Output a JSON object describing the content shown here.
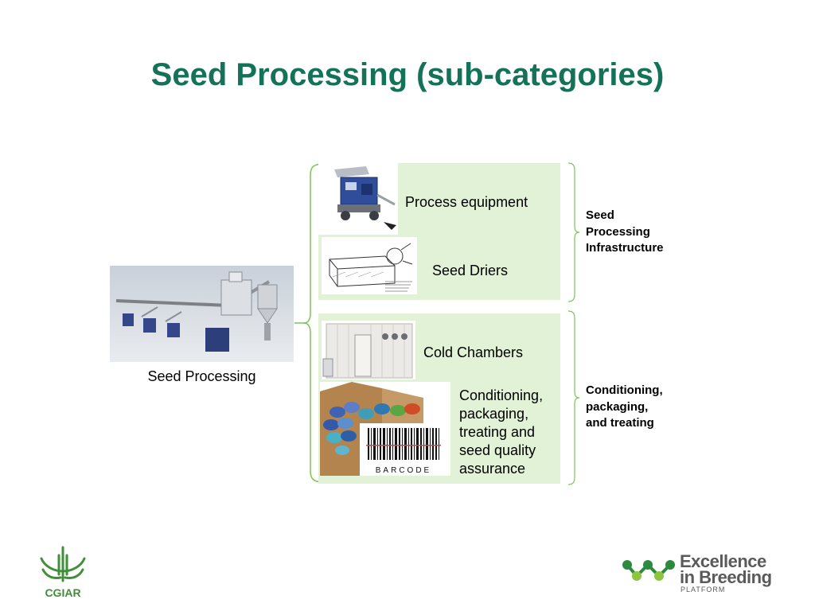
{
  "slide": {
    "title": "Seed Processing (sub-categories)",
    "root_label": "Seed Processing",
    "items": [
      {
        "label": "Process equipment"
      },
      {
        "label": "Seed Driers"
      },
      {
        "label": "Cold Chambers"
      },
      {
        "label": "Conditioning,\npackaging,\ntreating and\nseed quality\nassurance"
      }
    ],
    "categories": [
      {
        "label": "Seed\nProcessing\nInfrastructure"
      },
      {
        "label": "Conditioning,\npackaging,\nand treating"
      }
    ],
    "barcode_text": "BARCODE"
  },
  "logos": {
    "cgiar": {
      "text": "CGIAR",
      "color": "#3f8f38"
    },
    "eib": {
      "line1": "Excellence",
      "line2": "in Breeding",
      "line3": "PLATFORM",
      "color": "#5a5a5a",
      "accent": "#3cae49"
    }
  },
  "colors": {
    "title": "#137258",
    "panel": "#e2f2d6",
    "bracket": "#7cc45a"
  }
}
